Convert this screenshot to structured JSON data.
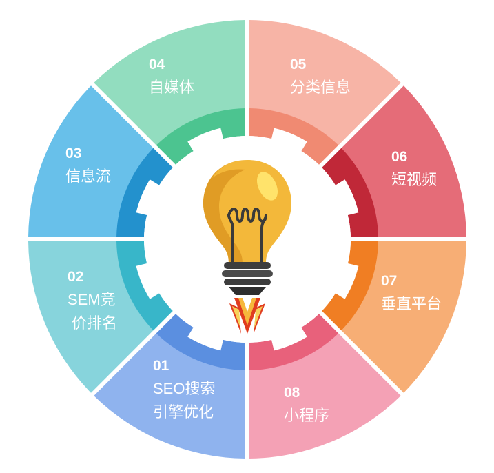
{
  "diagram": {
    "segments": [
      {
        "num": "01",
        "lines": [
          "SEO搜索",
          "引擎优化"
        ],
        "outer": "#8fb3ee",
        "inner": "#5b8fe0"
      },
      {
        "num": "02",
        "lines": [
          "SEM竞",
          "价排名"
        ],
        "outer": "#87d4dc",
        "inner": "#38b6c9"
      },
      {
        "num": "03",
        "lines": [
          "信息流"
        ],
        "outer": "#68c0ea",
        "inner": "#2391cd"
      },
      {
        "num": "04",
        "lines": [
          "自媒体"
        ],
        "outer": "#92ddbf",
        "inner": "#4cc490"
      },
      {
        "num": "05",
        "lines": [
          "分类信息"
        ],
        "outer": "#f7b4a6",
        "inner": "#f08a72"
      },
      {
        "num": "06",
        "lines": [
          "短视频"
        ],
        "outer": "#e56c78",
        "inner": "#c02838"
      },
      {
        "num": "07",
        "lines": [
          "垂直平台"
        ],
        "outer": "#f7ae75",
        "inner": "#f07e23"
      },
      {
        "num": "08",
        "lines": [
          "小程序"
        ],
        "outer": "#f4a1b5",
        "inner": "#e8617b"
      }
    ],
    "center_icon": "lightbulb-rocket-icon"
  }
}
